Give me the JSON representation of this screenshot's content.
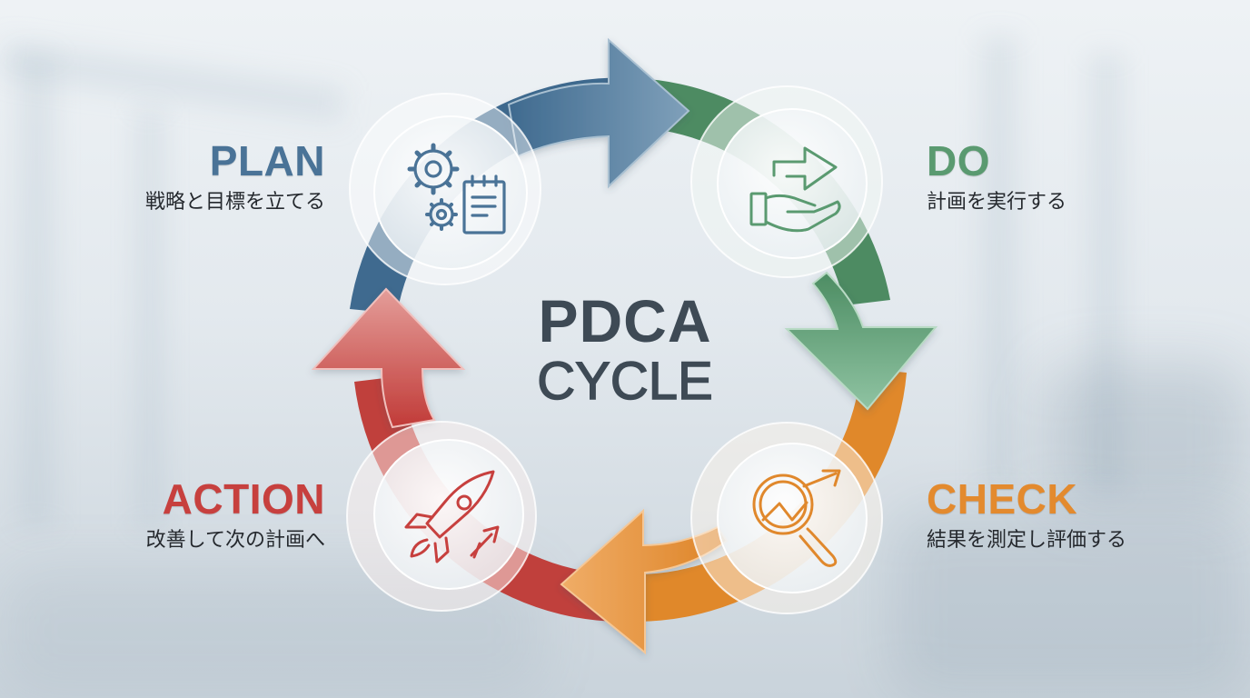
{
  "center": {
    "line1": "PDCA",
    "line2": "CYCLE"
  },
  "stages": [
    {
      "key": "plan",
      "title": "PLAN",
      "description": "戦略と目標を立てる",
      "color": "#4a7397",
      "icon": "gears-notepad-icon"
    },
    {
      "key": "do",
      "title": "DO",
      "description": "計画を実行する",
      "color": "#5a9a70",
      "icon": "hand-arrow-icon"
    },
    {
      "key": "check",
      "title": "CHECK",
      "description": "結果を測定し評価する",
      "color": "#e38a2e",
      "icon": "magnifier-chart-icon"
    },
    {
      "key": "action",
      "title": "ACTION",
      "description": "改善して次の計画へ",
      "color": "#c7403e",
      "icon": "rocket-icon"
    }
  ],
  "colors": {
    "plan": "#4a7397",
    "do": "#4f8f65",
    "check": "#e08a2c",
    "action": "#c4413d",
    "center_text": "#3e4a55",
    "desc_text": "#25292e"
  }
}
